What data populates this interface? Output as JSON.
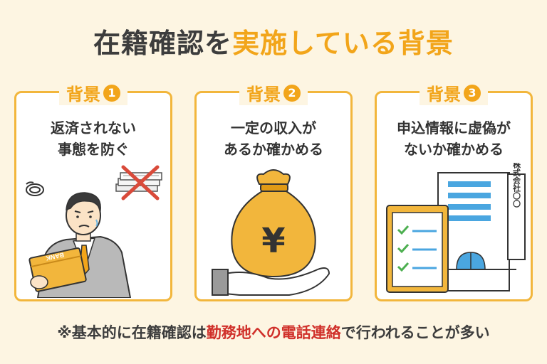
{
  "title": {
    "part1": "在籍確認を",
    "part2": "実施している背景"
  },
  "cards": [
    {
      "label": "背景",
      "number": "1",
      "line1": "返済されない",
      "line2": "事態を防ぐ",
      "illustration": "worried-man-with-bankbook-and-crossed-cash",
      "bankbook_text": "BANK"
    },
    {
      "label": "背景",
      "number": "2",
      "line1": "一定の収入が",
      "line2": "あるか確かめる",
      "illustration": "hand-holding-yen-money-bag",
      "symbol": "¥"
    },
    {
      "label": "背景",
      "number": "3",
      "line1": "申込情報に虚偽が",
      "line2": "ないか確かめる",
      "illustration": "checklist-and-company-building",
      "sign_text": "株式会社〇〇"
    }
  ],
  "note": {
    "prefix": "※基本的に在籍確認は",
    "highlight": "勤務地への電話連絡",
    "suffix": "で行われることが多い"
  },
  "colors": {
    "background": "#fdf5e2",
    "accent": "#f2a51a",
    "highlight_red": "#d0302a",
    "text_dark": "#3d3d3d"
  }
}
